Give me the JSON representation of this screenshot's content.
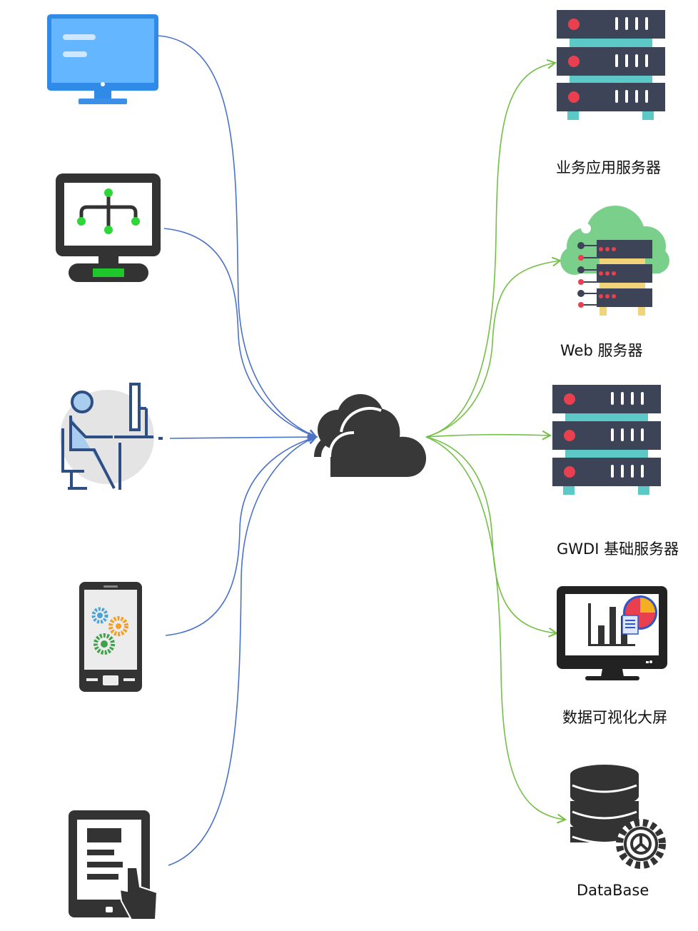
{
  "servers": [
    {
      "id": "business",
      "label": "业务应用服务器"
    },
    {
      "id": "web",
      "label": "Web 服务器"
    },
    {
      "id": "gwdi",
      "label": "GWDI 基础服务器"
    },
    {
      "id": "dashboard",
      "label": "数据可视化大屏"
    },
    {
      "id": "database",
      "label": "DataBase"
    }
  ],
  "clients": [
    {
      "icon": "desktop-monitor-icon"
    },
    {
      "icon": "network-monitor-icon"
    },
    {
      "icon": "office-worker-icon"
    },
    {
      "icon": "mobile-phone-icon"
    },
    {
      "icon": "tablet-touch-icon"
    }
  ],
  "hub": {
    "icon": "cloud-icon"
  },
  "colors": {
    "inbound": "#4a72c8",
    "outbound": "#74bf45",
    "dark": "#3d4458",
    "teal": "#5cc9c6",
    "red": "#e8404e"
  }
}
